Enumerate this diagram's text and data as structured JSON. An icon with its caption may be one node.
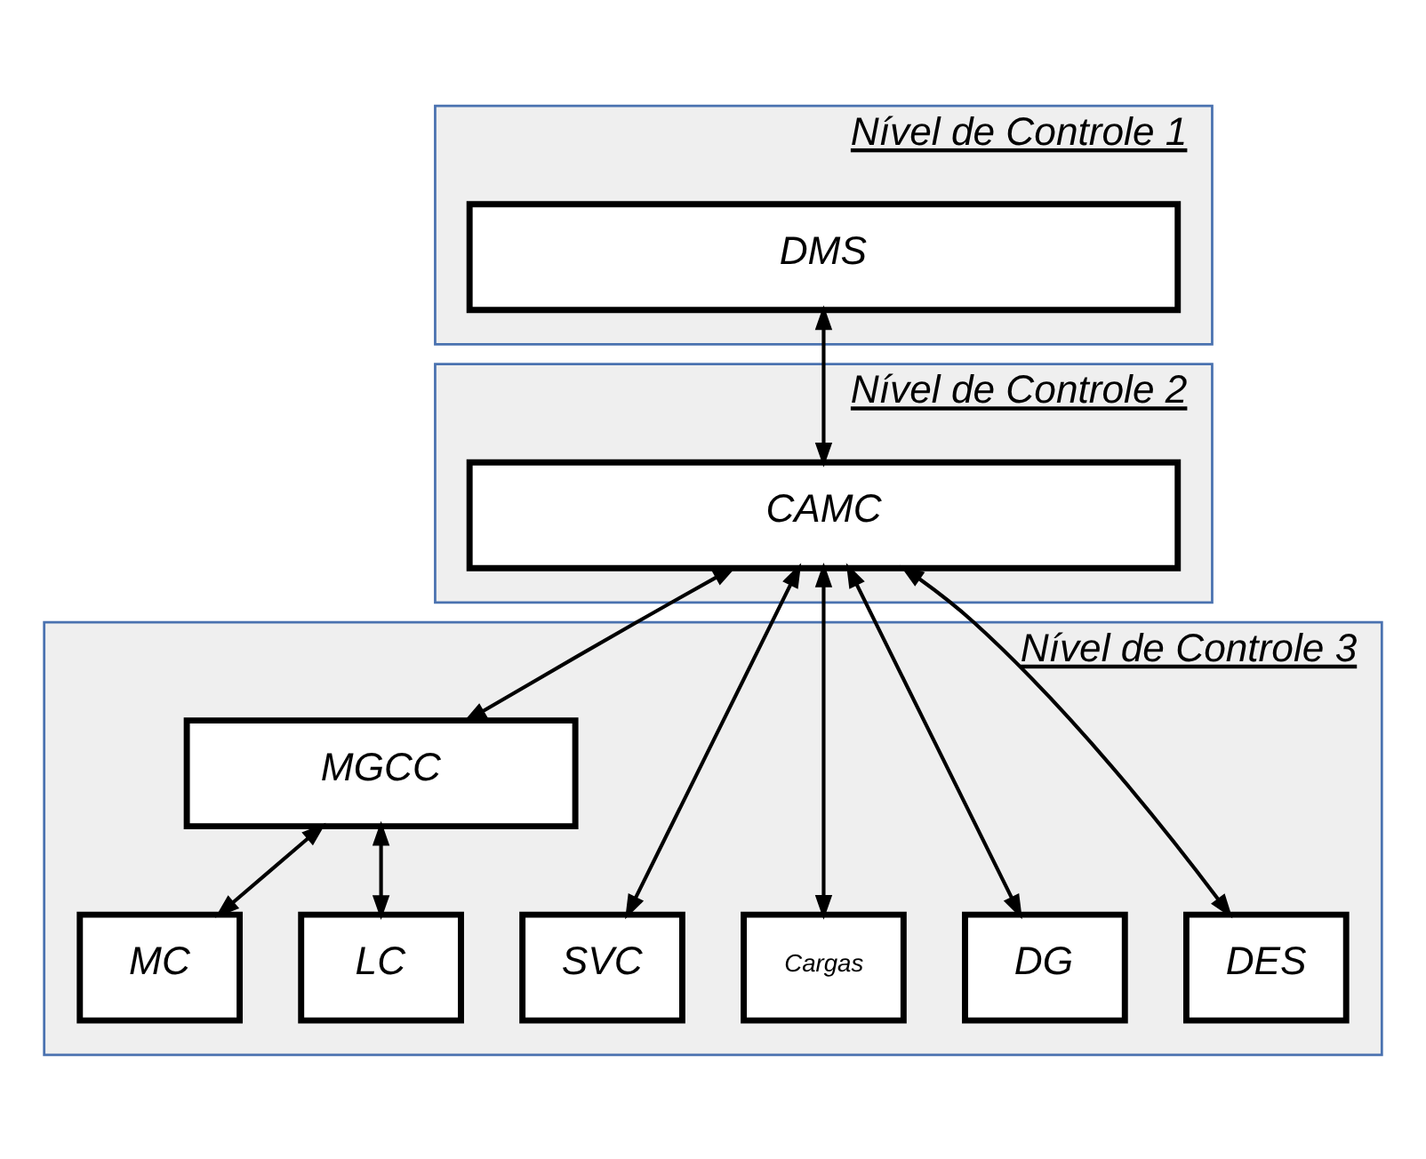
{
  "diagram": {
    "nodes": [
      {
        "text": [
          "Nível de Controle 1"
        ]
      },
      {
        "text": [
          "DMS"
        ],
        "in": 0
      },
      {
        "text": [
          "Nível de Controle 2"
        ]
      },
      {
        "text": [
          "CAMC"
        ],
        "in": 2
      },
      {
        "text": [
          "Nível de Controle 3"
        ]
      },
      {
        "text": [
          "MGCC"
        ],
        "in": 4
      },
      {
        "text": [
          "SVC"
        ],
        "in": 4
      },
      {
        "text": [
          "Cargas"
        ],
        "in": 4
      },
      {
        "text": [
          "DG"
        ],
        "in": 4
      },
      {
        "text": [
          "DES"
        ],
        "in": 4
      },
      {
        "text": [
          "MC"
        ],
        "in": 4
      },
      {
        "text": [
          "LC"
        ],
        "in": 4
      }
    ],
    "edges": [
      {
        "from": 1,
        "to": 3,
        "arrow": "both"
      },
      {
        "from": 3,
        "to": 5,
        "arrow": "both"
      },
      {
        "from": 3,
        "to": 6,
        "arrow": "both"
      },
      {
        "from": 3,
        "to": 7,
        "arrow": "both"
      },
      {
        "from": 3,
        "to": 8,
        "arrow": "both"
      },
      {
        "from": 3,
        "to": 9,
        "arrow": "both"
      },
      {
        "from": 5,
        "to": 10,
        "arrow": "both"
      },
      {
        "from": 5,
        "to": 11,
        "arrow": "both"
      }
    ]
  }
}
